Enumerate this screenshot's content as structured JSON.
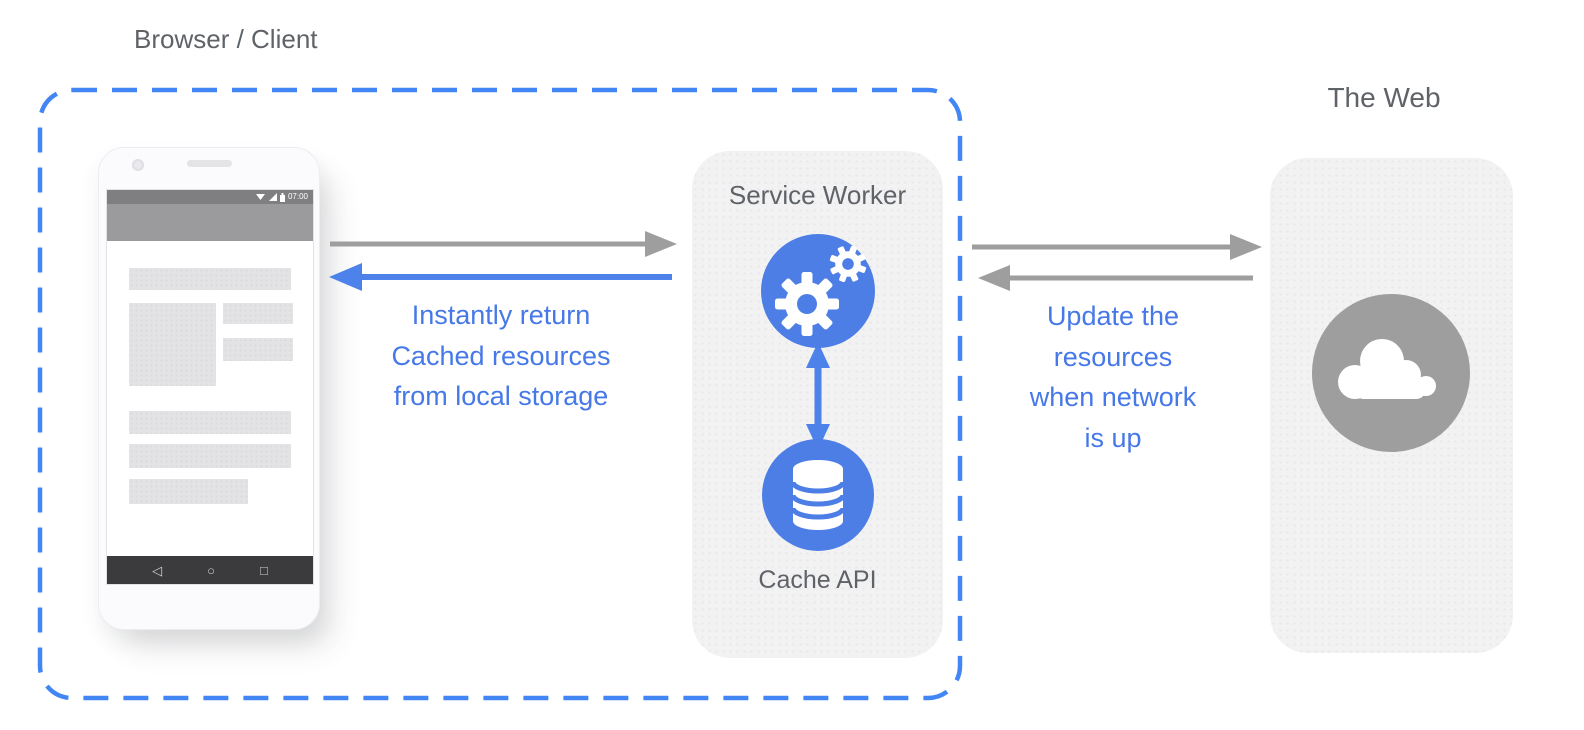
{
  "titles": {
    "browser_client": "Browser / Client",
    "web": "The Web",
    "service_worker": "Service Worker",
    "cache_api": "Cache API"
  },
  "annotations": {
    "cache_return_lines": [
      "Instantly return",
      "Cached resources",
      "from local storage"
    ],
    "network_update_lines": [
      "Update the",
      "resources",
      "when network",
      "is up"
    ]
  },
  "phone": {
    "status_time": "07:00",
    "nav_icons": {
      "back": "◁",
      "home": "○",
      "recent": "□"
    }
  },
  "icons": {
    "service_worker": "gears-icon",
    "cache_api": "database-icon",
    "web": "cloud-icon",
    "status": [
      "wifi-icon",
      "signal-icon",
      "battery-icon"
    ]
  },
  "colors": {
    "dash_blue": "#4285f4",
    "shape_blue": "#4d7ee6",
    "text_blue": "#4678e8",
    "arrow_gray": "#9e9e9e",
    "title_gray": "#5f6368",
    "web_circle_gray": "#9e9e9e",
    "nav_bar_dark": "#3b3b3d"
  }
}
